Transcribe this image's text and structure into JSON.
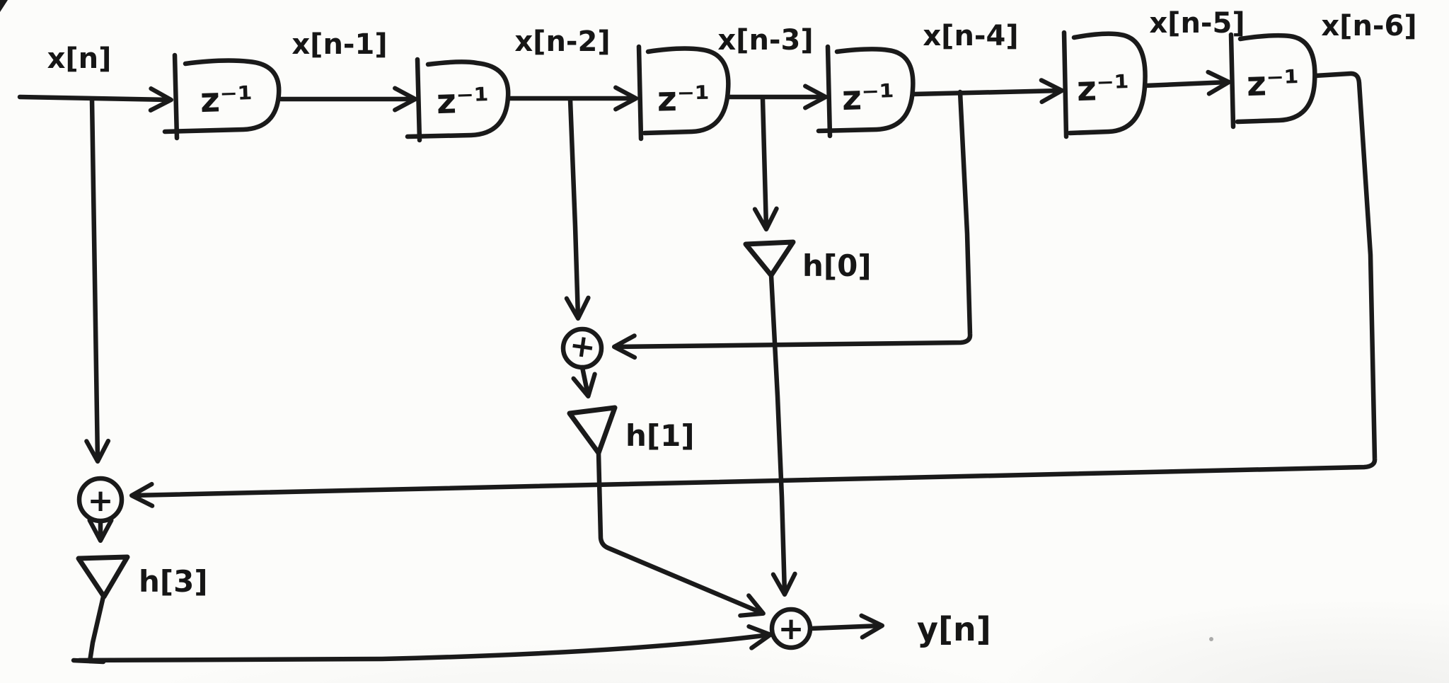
{
  "paper": {
    "background": "#fcfcfa",
    "ink": "#1a1a1a"
  },
  "diagram": {
    "type": "signal-flow-graph",
    "title": "Hand-drawn FIR filter tapped delay line block diagram",
    "delay_label": "z⁻¹",
    "delay_count": 6,
    "signals": [
      "x[n]",
      "x[n-1]",
      "x[n-2]",
      "x[n-3]",
      "x[n-4]",
      "x[n-5]",
      "x[n-6]"
    ],
    "output_label": "y[n]",
    "gains": {
      "h0": {
        "label": "h[0]",
        "applied_to": "x[n-3]"
      },
      "h1": {
        "label": "h[1]",
        "applied_to": "sum of x[n-2] and x[n-4]"
      },
      "h3": {
        "label": "h[3]",
        "applied_to": "sum of x[n] and x[n-6]"
      }
    },
    "adders": {
      "mid": {
        "symbol": "+",
        "inputs": [
          "x[n-2]",
          "x[n-4]"
        ],
        "output_to": "h[1]"
      },
      "left": {
        "symbol": "+",
        "inputs": [
          "x[n]",
          "x[n-6]"
        ],
        "output_to": "h[3]"
      },
      "out": {
        "symbol": "+",
        "inputs": [
          "h[0] branch",
          "h[1] branch",
          "h[3] branch"
        ],
        "output_to": "y[n]"
      }
    }
  }
}
